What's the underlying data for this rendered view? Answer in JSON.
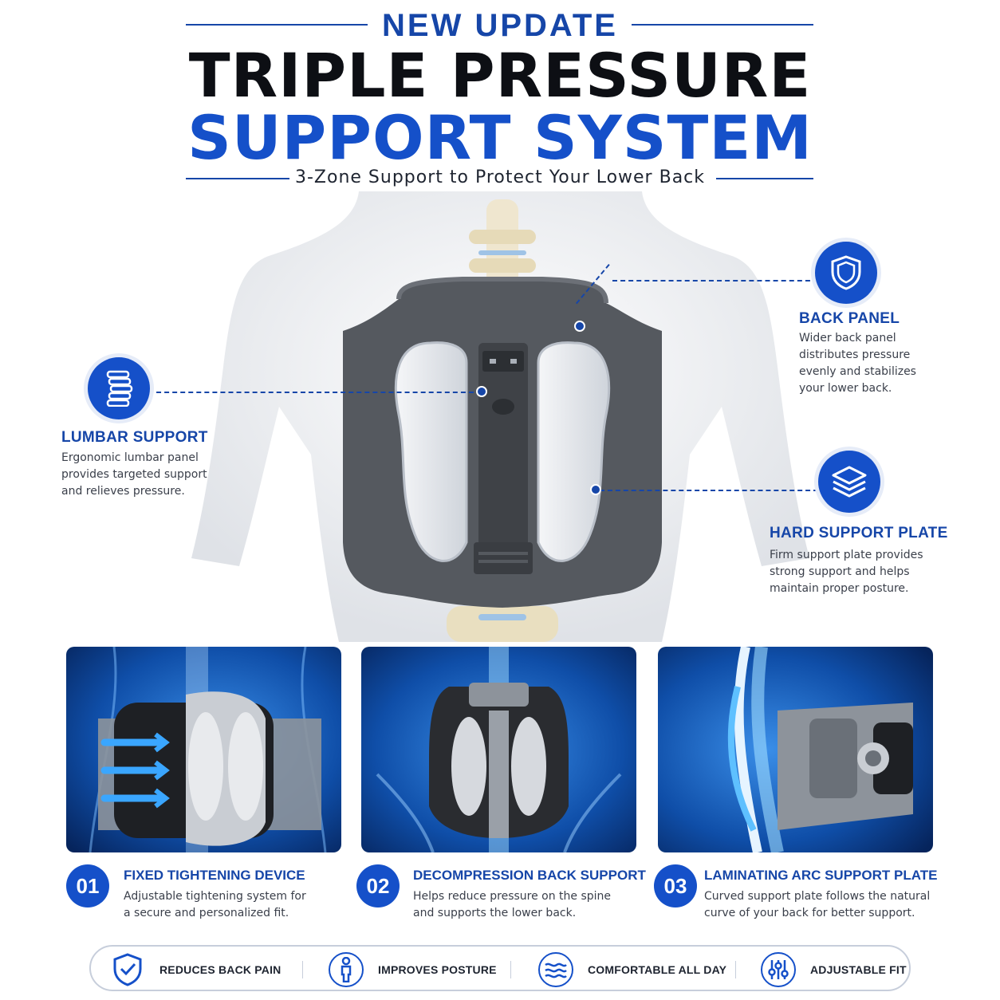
{
  "header": {
    "kicker": "NEW UPDATE",
    "title_line1": "TRIPLE PRESSURE",
    "title_line2": "SUPPORT SYSTEM",
    "subtitle": "3-Zone Support to Protect Your Lower Back"
  },
  "callouts": {
    "back_panel": {
      "icon": "shield-icon",
      "title": "BACK PANEL",
      "desc": [
        "Wider back panel",
        "distributes pressure",
        "evenly and stabilizes",
        "your lower back."
      ]
    },
    "lumbar_support": {
      "icon": "spine-icon",
      "title": "LUMBAR SUPPORT",
      "desc": [
        "Ergonomic lumbar panel",
        "provides targeted support",
        "and relieves pressure."
      ]
    },
    "hard_support_plate": {
      "icon": "layers-icon",
      "title": "HARD SUPPORT PLATE",
      "desc": [
        "Firm support plate provides",
        "strong support and helps",
        "maintain proper posture."
      ]
    }
  },
  "steps": [
    {
      "number": "01",
      "title": "FIXED TIGHTENING DEVICE",
      "desc": [
        "Adjustable tightening system for",
        "a secure and personalized fit."
      ]
    },
    {
      "number": "02",
      "title": "DECOMPRESSION BACK SUPPORT",
      "desc": [
        "Helps reduce pressure on the spine",
        "and supports the lower back."
      ]
    },
    {
      "number": "03",
      "title": "LAMINATING ARC SUPPORT PLATE",
      "desc": [
        "Curved support plate follows the natural",
        "curve of your back for better support."
      ]
    }
  ],
  "benefits": [
    {
      "icon": "shield-check-icon",
      "label": "REDUCES BACK PAIN"
    },
    {
      "icon": "posture-figure-icon",
      "label": "IMPROVES POSTURE"
    },
    {
      "icon": "breathable-waves-icon",
      "label": "COMFORTABLE ALL DAY"
    },
    {
      "icon": "sliders-icon",
      "label": "ADJUSTABLE FIT"
    }
  ],
  "colors": {
    "brand_blue": "#1550c9",
    "dark_blue": "#1646a8",
    "title_black": "#0d0f14",
    "brace_gray": "#55595f"
  }
}
